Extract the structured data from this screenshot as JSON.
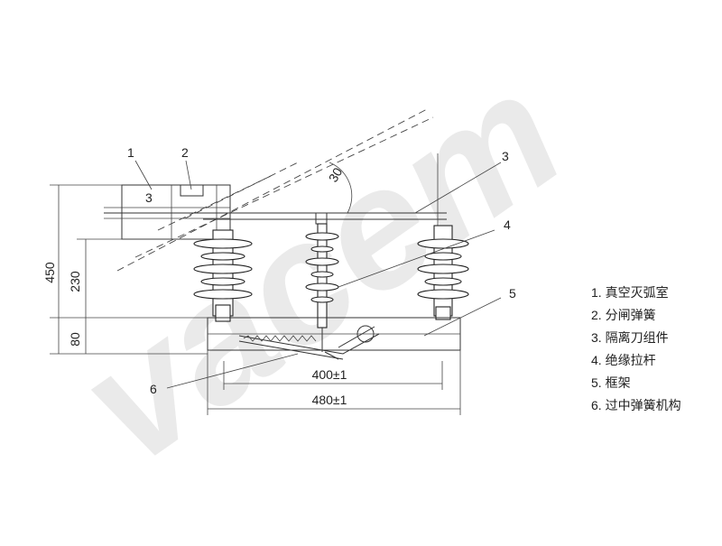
{
  "watermark": "vacem",
  "callouts": [
    "1",
    "2",
    "3",
    "3",
    "4",
    "5",
    "6"
  ],
  "dimensions": {
    "height_total": "450",
    "height_upper": "230",
    "height_lower": "80",
    "width_inner": "400±1",
    "width_outer": "480±1",
    "angle": "30"
  },
  "legend": [
    "1. 真空灭弧室",
    "2. 分闸弹簧",
    "3. 隔离刀组件",
    "4. 绝缘拉杆",
    "5. 框架",
    "6. 过中弹簧机构"
  ]
}
